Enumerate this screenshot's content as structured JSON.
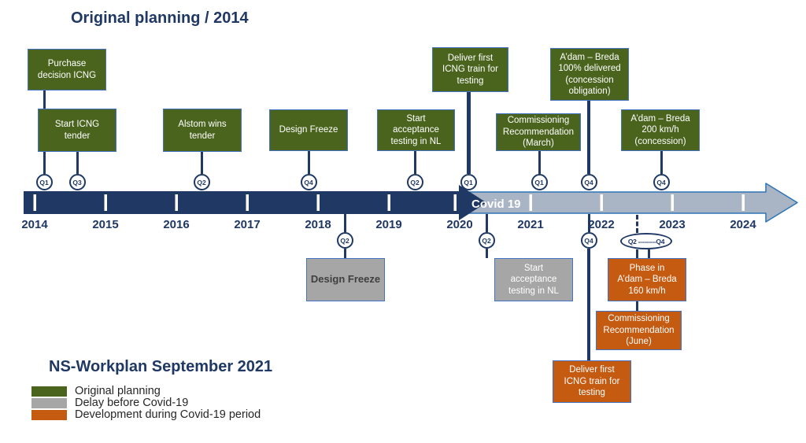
{
  "title_top": "Original planning / 2014",
  "title_bottom": "NS-Workplan September 2021",
  "timeline": {
    "covid_label": "Covid 19",
    "years": [
      "2014",
      "2015",
      "2016",
      "2017",
      "2018",
      "2019",
      "2020",
      "2021",
      "2022",
      "2023",
      "2024"
    ]
  },
  "events_above": [
    {
      "label": "Purchase\ndecision ICNG",
      "quarter": "Q1"
    },
    {
      "label": "Start ICNG\ntender",
      "quarter": "Q3"
    },
    {
      "label": "Alstom wins\ntender",
      "quarter": "Q2"
    },
    {
      "label": "Design Freeze",
      "quarter": "Q4"
    },
    {
      "label": "Start\nacceptance\ntesting in NL",
      "quarter": "Q2"
    },
    {
      "label": "Deliver first\nICNG train for\ntesting",
      "quarter": "Q1"
    },
    {
      "label": "Commissioning\nRecommendation\n(March)",
      "quarter": "Q1"
    },
    {
      "label": "A’dam – Breda\n100% delivered\n(concession\nobligation)",
      "quarter": "Q4"
    },
    {
      "label": "A’dam – Breda\n200 km/h\n(concession)",
      "quarter": "Q4"
    }
  ],
  "events_below": [
    {
      "label": "Design Freeze",
      "quarter": "Q2",
      "category": "delay"
    },
    {
      "label": "Start\nacceptance\ntesting in NL",
      "quarter": "Q2",
      "category": "delay"
    },
    {
      "label": "Phase in\nA’dam – Breda\n160 km/h",
      "quarter_range": "Q2 ---------Q4",
      "category": "covid"
    },
    {
      "label": "Commissioning\nRecommendation\n(June)",
      "category": "covid"
    },
    {
      "label": "Deliver first\nICNG train for\ntesting",
      "quarter": "Q4",
      "category": "covid"
    }
  ],
  "legend": {
    "items": [
      {
        "label": "Original planning",
        "color": "#4a641e"
      },
      {
        "label": "Delay before Covid-19",
        "color": "#a6a6a6"
      },
      {
        "label": "Development during Covid-19 period",
        "color": "#c55a11"
      }
    ]
  },
  "colors": {
    "navy": "#1f3864",
    "green": "#4a641e",
    "gray": "#a6a6a6",
    "orange": "#c55a11",
    "box_border": "#4472c4",
    "light_arrow_fill": "#a9b4c4",
    "light_arrow_border": "#2e75b6"
  }
}
